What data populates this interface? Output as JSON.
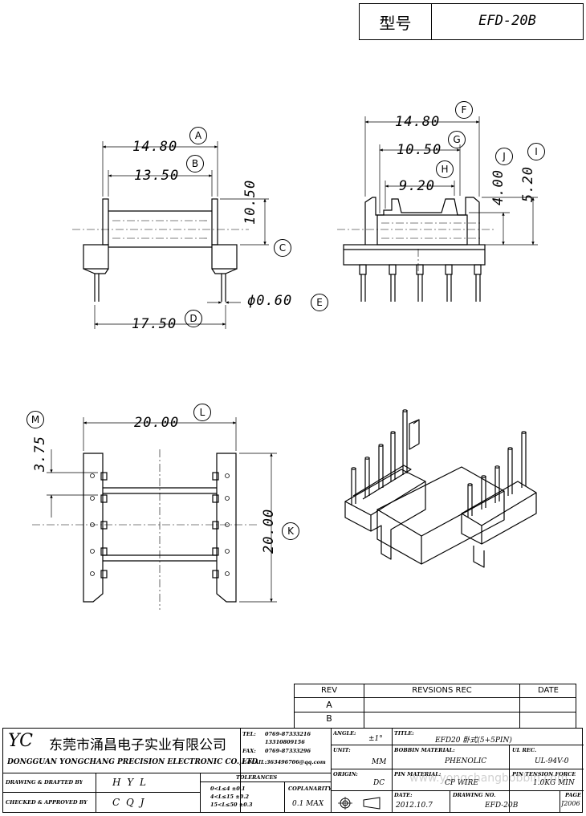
{
  "header": {
    "type_label": "型号",
    "model": "EFD-20B"
  },
  "dimensions": {
    "front": {
      "A": {
        "letter": "A",
        "value": "14.80"
      },
      "B": {
        "letter": "B",
        "value": "13.50"
      },
      "C": {
        "letter": "C",
        "value": "10.50"
      },
      "D": {
        "letter": "D",
        "value": "17.50"
      },
      "E": {
        "letter": "E",
        "value": "ϕ0.60"
      }
    },
    "side": {
      "F": {
        "letter": "F",
        "value": "14.80"
      },
      "G": {
        "letter": "G",
        "value": "10.50"
      },
      "H": {
        "letter": "H",
        "value": "9.20"
      },
      "J": {
        "letter": "J",
        "value": "4.00"
      },
      "I": {
        "letter": "I",
        "value": "5.20"
      }
    },
    "top": {
      "L": {
        "letter": "L",
        "value": "20.00"
      },
      "M": {
        "letter": "M",
        "value": "3.75"
      },
      "K": {
        "letter": "K",
        "value": "20.00"
      }
    }
  },
  "revision": {
    "headers": {
      "rev": "REV",
      "rec": "REVSIONS REC",
      "date": "DATE"
    },
    "rows": [
      "A",
      "B"
    ]
  },
  "title_block": {
    "logo": "YC",
    "company_cn": "东莞市涌昌电子实业有限公司",
    "company_en": "DONGGUAN YONGCHANG PRECISION ELECTRONIC CO.,LTD",
    "tel_label": "TEL:",
    "tel": "0769-87333216",
    "tel2": "13310809156",
    "fax_label": "FAX:",
    "fax": "0769-87333296",
    "email": "E-MAIL:363496706@qq.com",
    "angle_label": "ANGLE:",
    "angle": "±1°",
    "unit_label": "UNIT:",
    "unit": "MM",
    "origin_label": "ORIGIN:",
    "origin": "DC",
    "title_label": "TITLE:",
    "title": "EFD20 卧式(5+5PIN)",
    "bobbin_label": "BOBBIN MATERIAL:",
    "bobbin": "PHENOLIC",
    "ul_label": "UL REC.",
    "ul": "UL-94V-0",
    "pin_label": "PIN MATERIAL:",
    "pin": "CP WIRE",
    "tension_label": "PIN TENSION FORCE",
    "tension": "1.0KG MIN",
    "date_label": "DATE:",
    "date": "2012.10.7",
    "drawing_label": "DRAWING NO.",
    "drawing": "EFD-20B",
    "page_label": "PAGE",
    "page": "J2006",
    "drawn_label": "DRAWING & DRAFTED BY",
    "drawn": "H Y L",
    "checked_label": "CHECKED & APPROVED BY",
    "checked": "C Q J",
    "tolerances_label": "TOLERANCES",
    "tol1": "0<L≤4   ±0.1",
    "tol2": "4<L≤15  ±0.2",
    "tol3": "15<L≤50  ±0.3",
    "coplanarity_label": "COPLANARITY",
    "coplanarity": "0.1 MAX",
    "watermark": "www.yongchangbobbin.com"
  }
}
